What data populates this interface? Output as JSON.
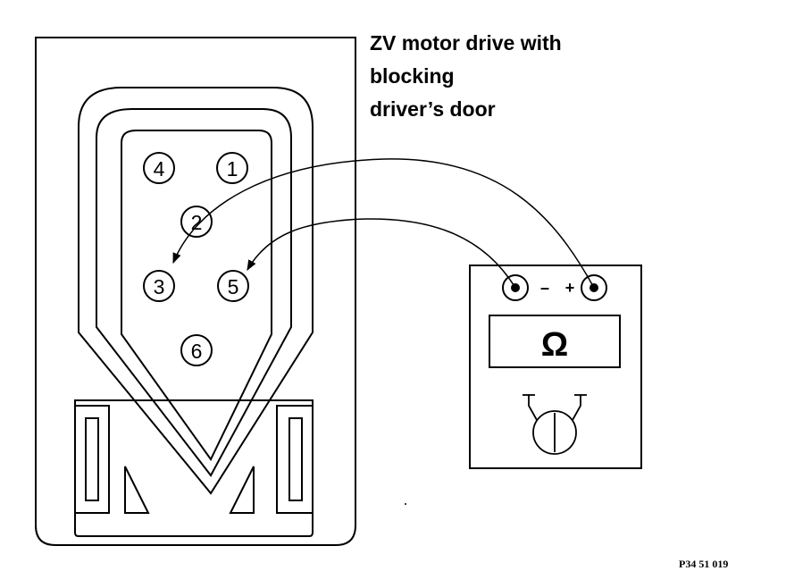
{
  "title_lines": [
    "ZV motor drive with",
    "blocking",
    "driver’s door"
  ],
  "connector": {
    "pins": [
      "1",
      "2",
      "3",
      "4",
      "5",
      "6"
    ]
  },
  "meter": {
    "minus_label": "–",
    "plus_label": "+",
    "display_symbol": "Ω"
  },
  "figure_code": "P34 51 019"
}
